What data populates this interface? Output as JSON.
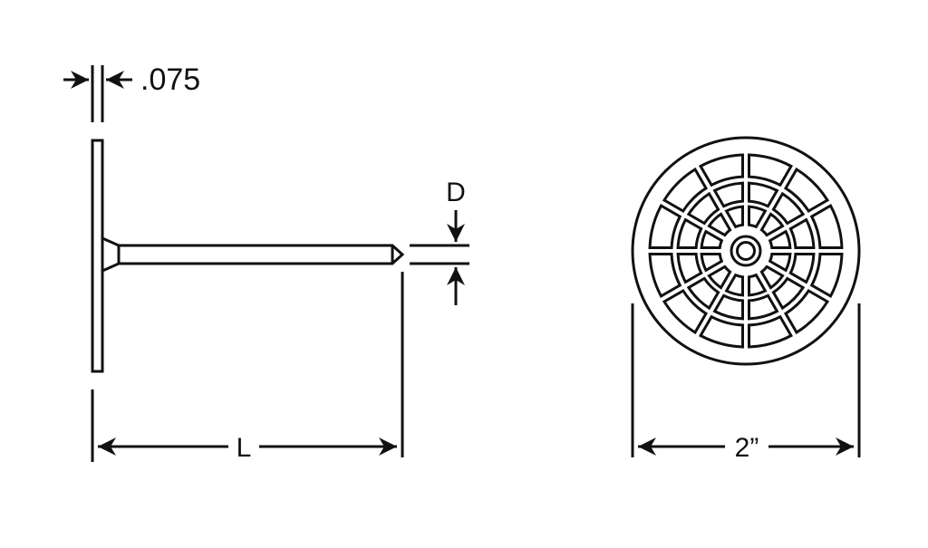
{
  "labels": {
    "thickness": ".075",
    "diameter": "D",
    "length": "L",
    "head_diameter": "2”"
  },
  "colors": {
    "stroke": "#111111",
    "background": "#ffffff"
  },
  "head_pattern": {
    "rings": 3,
    "segments_per_ring": 12
  }
}
